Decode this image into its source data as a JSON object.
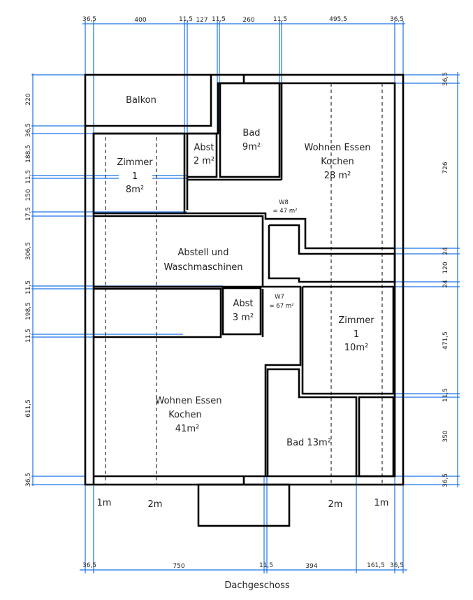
{
  "title": "Dachgeschoss",
  "rooms": {
    "balkon": "Balkon",
    "zimmer8": {
      "name": "Zimmer",
      "num": "1",
      "area": "8m²"
    },
    "abst2": {
      "name": "Abst",
      "area": "2 m²"
    },
    "bad9": {
      "name": "Bad",
      "area": "9m²"
    },
    "wek28": {
      "name": "Wohnen Essen",
      "name2": "Kochen",
      "area": "28 m²"
    },
    "w8": {
      "name": "W8",
      "area": "= 47 m²"
    },
    "abstell": {
      "name": "Abstell und",
      "name2": "Waschmaschinen"
    },
    "abst3": {
      "name": "Abst",
      "area": "3 m²"
    },
    "w7": {
      "name": "W7",
      "area": "= 67 m²"
    },
    "zimmer10": {
      "name": "Zimmer",
      "num": "1",
      "area": "10m²"
    },
    "wek41": {
      "name": "Wohnen Essen",
      "name2": "Kochen",
      "area": "41m²"
    },
    "bad13": "Bad 13m²"
  },
  "height_marks": [
    "1m",
    "2m",
    "2m",
    "1m"
  ],
  "dims": {
    "top": [
      "36,5",
      "400",
      "11,5",
      "127",
      "11,5",
      "260",
      "11,5",
      "495,5",
      "36,5"
    ],
    "left": [
      "220",
      "36,5",
      "188,5",
      "11,5",
      "150",
      "17,5",
      "306,5",
      "11,5",
      "198,5",
      "11,5",
      "611,5",
      "36,5"
    ],
    "right": [
      "36,5",
      "726",
      "24",
      "120",
      "24",
      "471,5",
      "11,5",
      "350",
      "36,5"
    ],
    "bottom": [
      "36,5",
      "750",
      "11,5",
      "394",
      "161,5",
      "36,5"
    ]
  }
}
